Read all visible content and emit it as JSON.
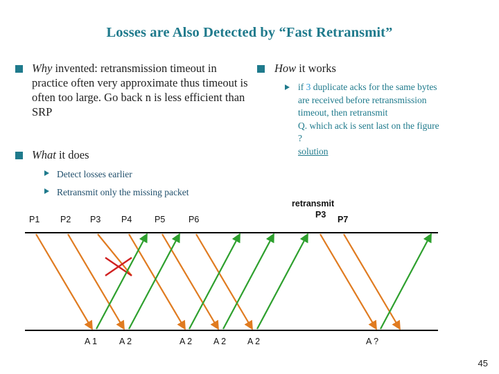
{
  "slide": {
    "title": "Losses are Also Detected by “Fast Retransmit”",
    "page_number": "45",
    "accent_color": "#1f7a8c",
    "body_color": "#222222",
    "sub_color": "#1f4e6b",
    "link_color": "#1f7a8c"
  },
  "left_column": {
    "items": [
      {
        "level": 1,
        "lead_italic": "Why",
        "text": " invented: retransmission timeout in practice often very approximate thus timeout is often too large. Go back n is less efficient than SRP"
      },
      {
        "level": 1,
        "lead_italic": "What",
        "text": " it does"
      }
    ],
    "subitems": [
      "Detect losses earlier",
      "Retransmit only the missing packet"
    ]
  },
  "right_column": {
    "heading_italic": "How",
    "heading_rest": " it works",
    "lines": [
      "if 3 duplicate acks for the same bytes",
      "are received before retransmission",
      "timeout, then retransmit",
      "Q. which ack is sent last on the figure",
      "?"
    ],
    "link": "solution",
    "highlight_number": "3"
  },
  "diagram": {
    "packet_labels": [
      "P1",
      "P2",
      "P3",
      "P4",
      "P5",
      "P6",
      "P3",
      "P7"
    ],
    "retransmit_caption": "retransmit",
    "ack_labels": [
      "A 1",
      "A 2",
      "A 2",
      "A 2",
      "A 2",
      "A ?"
    ],
    "colors": {
      "packet_orange": "#e07b20",
      "ack_green": "#2ea02e",
      "lost_x": "#d02020",
      "timeline": "#000000"
    }
  }
}
